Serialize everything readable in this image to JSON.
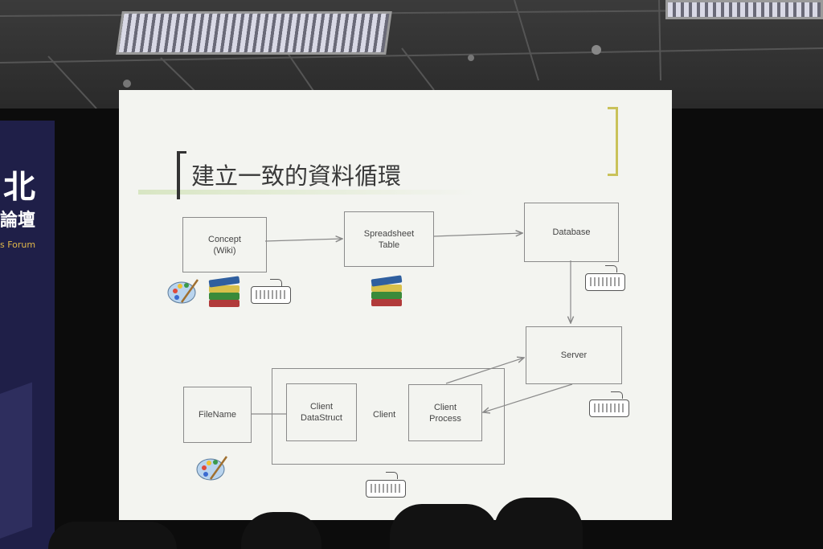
{
  "banner": {
    "line1": "北",
    "line2": "論壇",
    "line3": "s Forum"
  },
  "slide": {
    "title": "建立一致的資料循環",
    "boxes": {
      "concept": "Concept\n(Wiki)",
      "spreadsheet": "Spreadsheet\nTable",
      "database": "Database",
      "server": "Server",
      "filename": "FileName",
      "client_datastruct": "Client\nDataStruct",
      "client_process": "Client\nProcess"
    },
    "client_label": "Client"
  },
  "icons": [
    "palette-icon",
    "books-icon",
    "keyboard-icon"
  ],
  "colors": {
    "screen": "#f3f4f0",
    "banner": "#1f1f48",
    "accent_yellow": "#c9c25a",
    "banner_text_gold": "#e0b84a"
  }
}
